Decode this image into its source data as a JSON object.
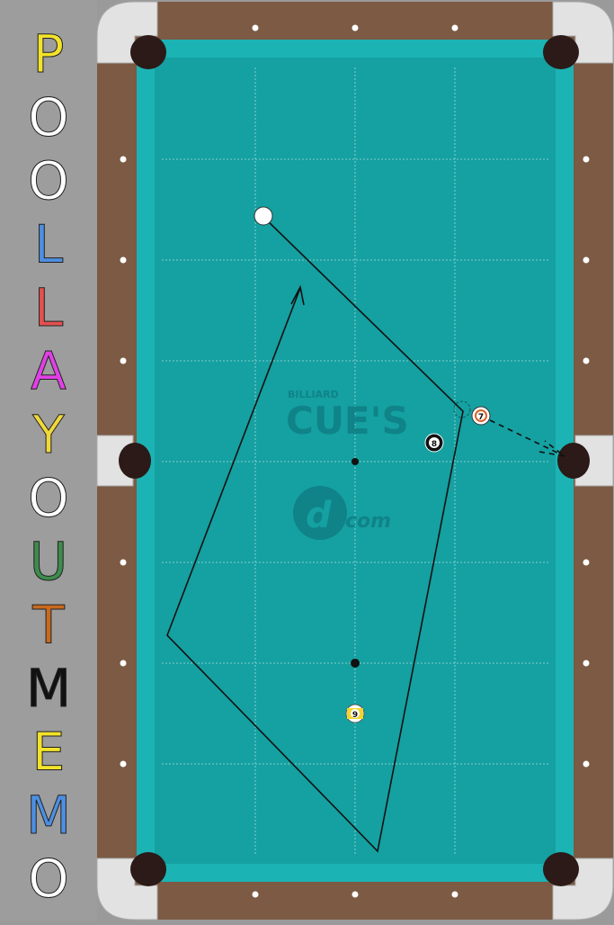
{
  "app": {
    "title_letters": [
      {
        "ch": "P",
        "color": "#f2e22b"
      },
      {
        "ch": "O",
        "color": "#ffffff"
      },
      {
        "ch": "O",
        "color": "#ffffff"
      },
      {
        "ch": "L",
        "color": "#4d8fe0"
      },
      {
        "ch": "L",
        "color": "#e4514f"
      },
      {
        "ch": "A",
        "color": "#e040e6"
      },
      {
        "ch": "Y",
        "color": "#f0d83a"
      },
      {
        "ch": "O",
        "color": "#ffffff"
      },
      {
        "ch": "U",
        "color": "#3d8c4d"
      },
      {
        "ch": "T",
        "color": "#c86a1e"
      },
      {
        "ch": "M",
        "color": "#111111"
      },
      {
        "ch": "E",
        "color": "#f2e22b"
      },
      {
        "ch": "M",
        "color": "#4d8fe0"
      },
      {
        "ch": "O",
        "color": "#ffffff"
      }
    ]
  },
  "colors": {
    "felt": "#16a0a1",
    "felt_cushion": "#1bb2b3",
    "wood": "#7c5a44",
    "chrome": "#d9d9d9",
    "pocket": "#2a1a17",
    "logo": "#0e7f84"
  },
  "watermark": {
    "billiard": "BILLIARD",
    "cues": "CUE'S",
    "com": "com",
    "d": "d"
  },
  "balls": [
    {
      "id": "cue",
      "label": "",
      "color": "#ffffff"
    },
    {
      "id": "ball-7",
      "label": "7",
      "color": "#d8632a"
    },
    {
      "id": "ball-8",
      "label": "8",
      "color": "#111111"
    },
    {
      "id": "ball-9",
      "label": "9",
      "color": "#f2d530"
    }
  ]
}
